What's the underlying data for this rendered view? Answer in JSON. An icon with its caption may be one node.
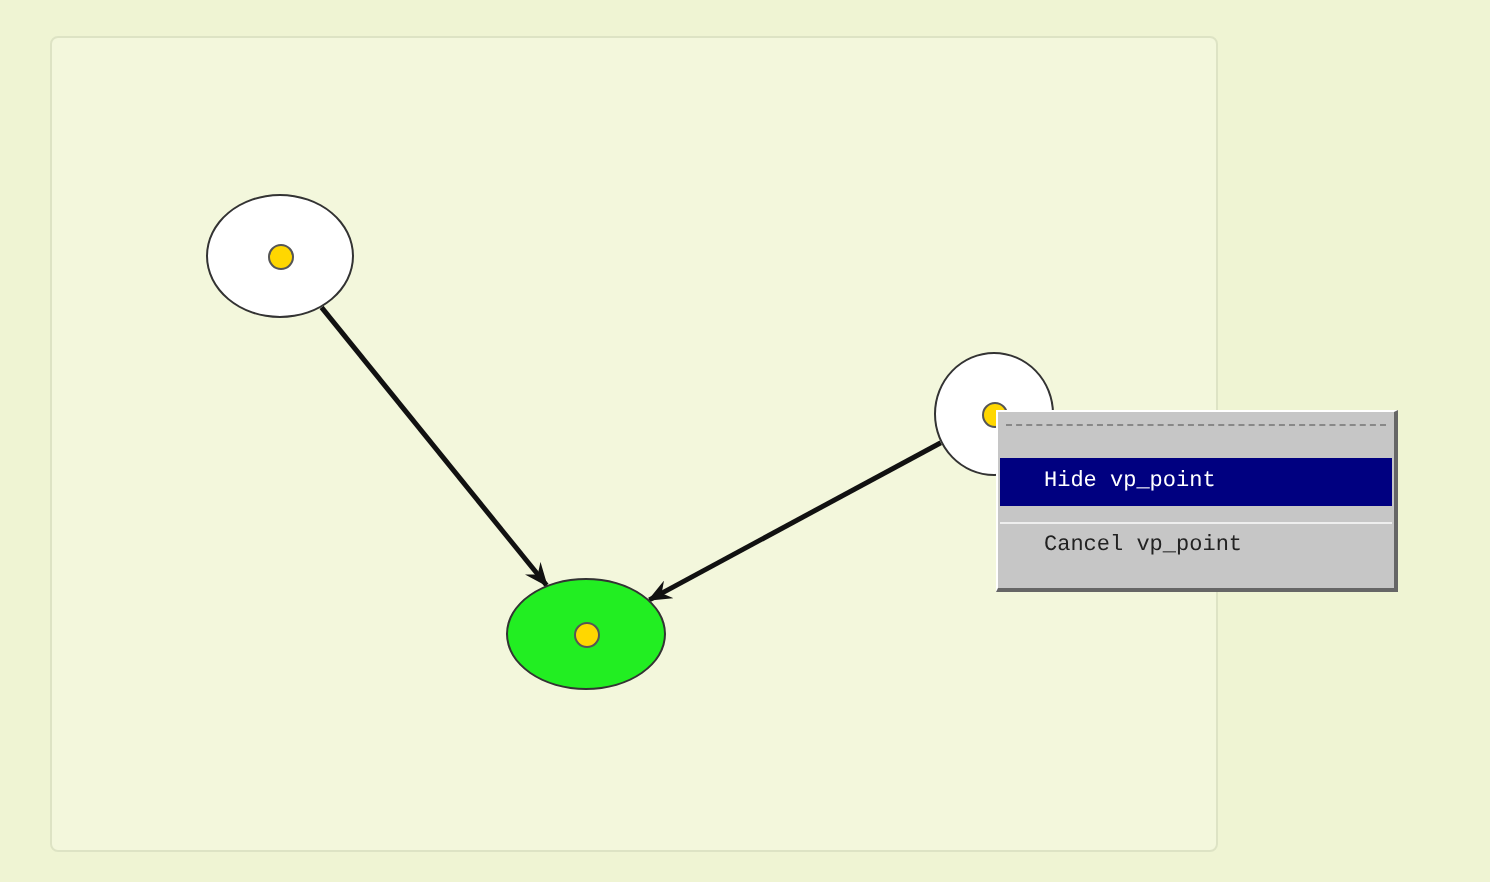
{
  "diagram": {
    "nodes": [
      {
        "text": [],
        "shape": "circle"
      },
      {
        "text": [],
        "shape": "circle"
      },
      {
        "text": [],
        "shape": "circle"
      }
    ],
    "edges": [
      {
        "from": 0,
        "to": 2,
        "arrow": "to"
      },
      {
        "from": 1,
        "to": 2,
        "arrow": "to"
      }
    ],
    "labels": [
      "Hide vp_point",
      "Cancel vp_point"
    ]
  }
}
